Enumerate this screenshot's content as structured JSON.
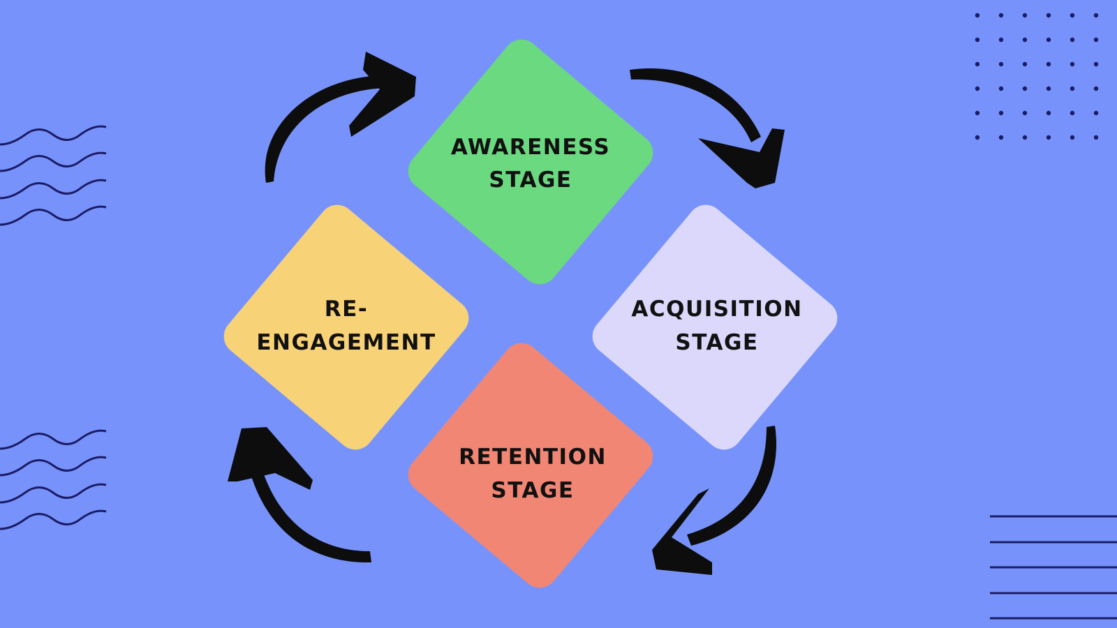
{
  "diagram": {
    "stages": [
      {
        "id": "awareness",
        "lines": [
          "AWARENESS",
          "STAGE"
        ],
        "color": "#6bd97f"
      },
      {
        "id": "acquisition",
        "lines": [
          "ACQUISITION",
          "STAGE"
        ],
        "color": "#dcd8fb"
      },
      {
        "id": "retention",
        "lines": [
          "RETENTION",
          "STAGE"
        ],
        "color": "#f18674"
      },
      {
        "id": "reengagement",
        "lines": [
          "RE-",
          "ENGAGEMENT"
        ],
        "color": "#f8d277"
      }
    ],
    "flow": [
      "awareness",
      "acquisition",
      "retention",
      "reengagement",
      "awareness"
    ]
  },
  "colors": {
    "background": "#7793fb",
    "arrow": "#0d0d0d",
    "decoration": "#1b1c66",
    "text": "#111111"
  },
  "decorations": [
    "wave-pattern-icon",
    "dot-grid-icon",
    "line-stack-icon"
  ]
}
